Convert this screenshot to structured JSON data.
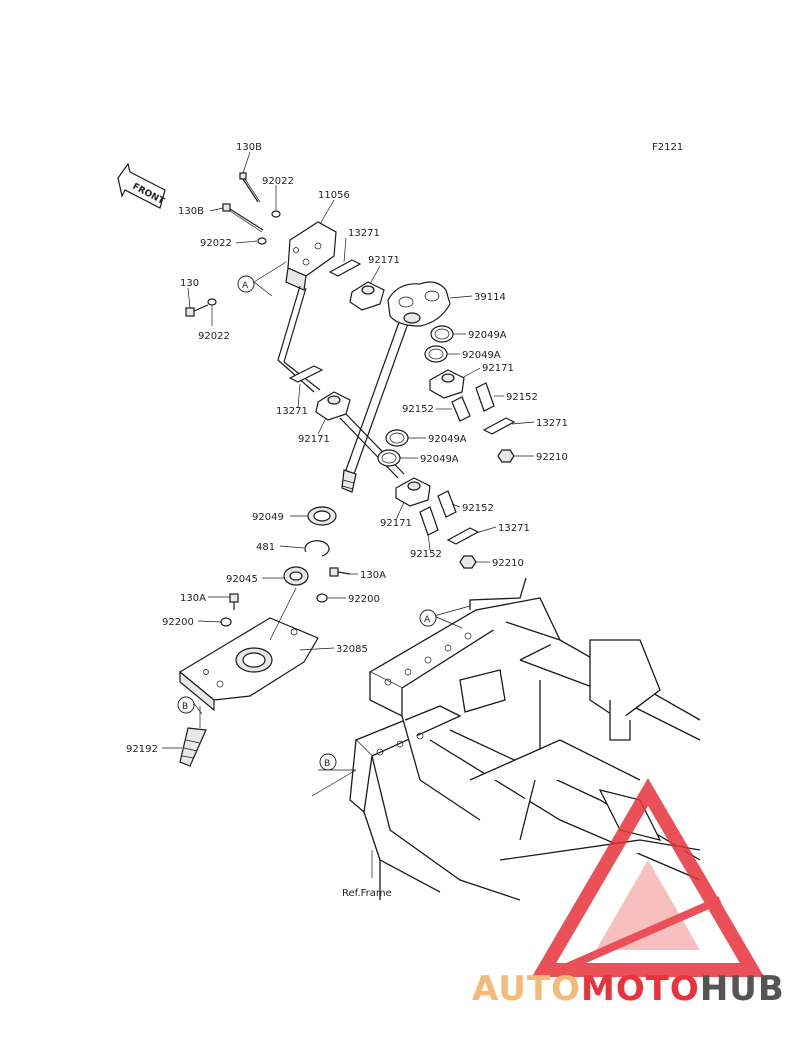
{
  "figure_id": "F2121",
  "front_label": "FRONT",
  "ref_label": "Ref.Frame",
  "callouts": {
    "a": "A",
    "b": "B"
  },
  "part_labels": {
    "p130b_top": "130B",
    "p92022_top": "92022",
    "p11056": "11056",
    "p130b_left": "130B",
    "p92022_left": "92022",
    "p13271_a": "13271",
    "p92171_a": "92171",
    "p39114": "39114",
    "p130": "130",
    "p92022_low": "92022",
    "p92049a_1": "92049A",
    "p92049a_2": "92049A",
    "p92171_b": "92171",
    "p92152_a": "92152",
    "p92152_b": "92152",
    "p13271_b": "13271",
    "p13271_c": "13271",
    "p92171_c": "92171",
    "p92049a_3": "92049A",
    "p92049a_4": "92049A",
    "p92210_a": "92210",
    "p92152_c": "92152",
    "p92049": "92049",
    "p92171_d": "92171",
    "p13271_d": "13271",
    "p92152_d": "92152",
    "p481": "481",
    "p92210_b": "92210",
    "p92045": "92045",
    "p130a_r": "130A",
    "p130a_l": "130A",
    "p92200_r": "92200",
    "p92200_l": "92200",
    "p32085": "32085",
    "p92192": "92192"
  },
  "watermark": {
    "part1": "AUTO",
    "part2": "MOTO",
    "part3": "HUB"
  },
  "colors": {
    "line": "#1a1a1a",
    "watermark_orange": "#f5b97a",
    "watermark_red": "#e8323c",
    "watermark_gray": "#555555"
  }
}
